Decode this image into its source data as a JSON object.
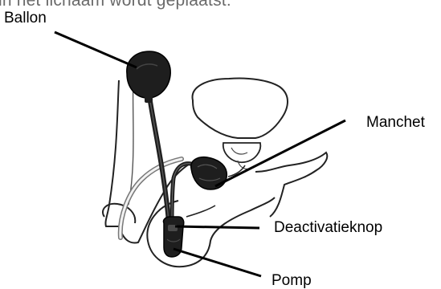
{
  "caption": "in het lichaam wordt geplaatst:",
  "labels": {
    "ballon": "Ballon",
    "manchet": "Manchet",
    "deactivatieknop": "Deactivatieknop",
    "pomp": "Pomp"
  },
  "colors": {
    "ink": "#000000",
    "device": "#1e1e1e",
    "caption": "#6a6a6a"
  }
}
